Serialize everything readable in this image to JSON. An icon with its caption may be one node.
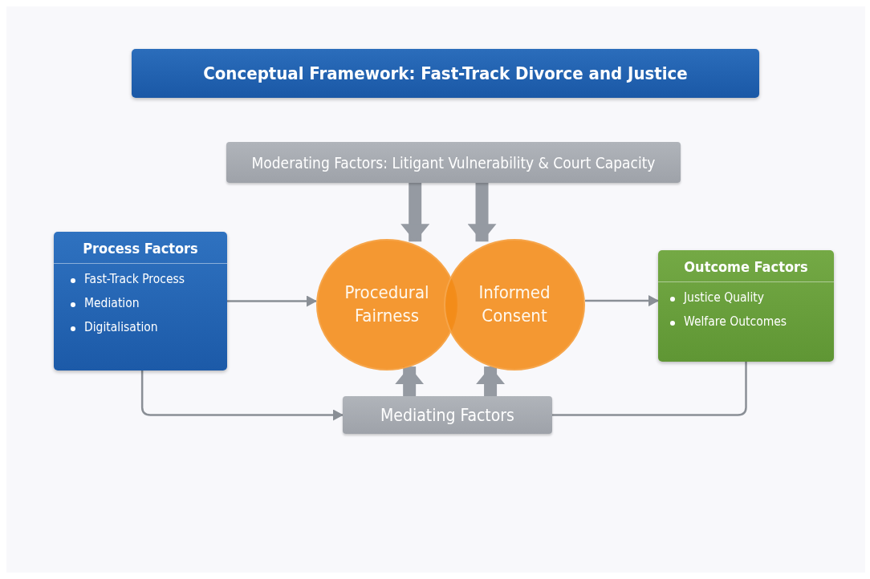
{
  "diagram": {
    "title": "Conceptual Framework: Fast-Track Divorce and Justice",
    "nodes": [
      {
        "text": [
          "Moderating Factors: Litigant Vulnerability & Court Capacity"
        ]
      },
      {
        "text": [
          "Process Factors",
          "Fast-Track Process",
          "Mediation",
          "Digitalisation"
        ]
      },
      {
        "text": [
          "Procedural Fairness"
        ]
      },
      {
        "text": [
          "Informed Consent"
        ]
      },
      {
        "text": [
          "Outcome Factors",
          "Justice Quality",
          "Welfare Outcomes"
        ]
      },
      {
        "text": [
          "Mediating Factors"
        ]
      }
    ],
    "edges": [
      {
        "from": 0,
        "to": 2,
        "arrow": "to",
        "style": "thick"
      },
      {
        "from": 0,
        "to": 3,
        "arrow": "to",
        "style": "thick"
      },
      {
        "from": 1,
        "to": 2,
        "arrow": "to"
      },
      {
        "from": 3,
        "to": 4,
        "arrow": "to"
      },
      {
        "from": 1,
        "to": 5,
        "arrow": "to"
      },
      {
        "from": 5,
        "to": 4,
        "arrow": "none"
      },
      {
        "from": 5,
        "to": 2,
        "arrow": "to",
        "style": "thick"
      },
      {
        "from": 5,
        "to": 3,
        "arrow": "to",
        "style": "thick"
      }
    ]
  }
}
